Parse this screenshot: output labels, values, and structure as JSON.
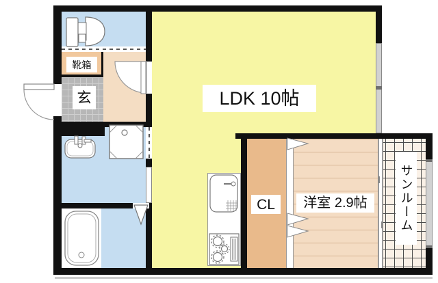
{
  "floor_plan": {
    "labels": {
      "ldk": "LDK 10帖",
      "western_room": "洋室 2.9帖",
      "closet": "CL",
      "sunroom": "サンルーム",
      "entrance": "玄",
      "shoe_box": "靴箱"
    },
    "colors": {
      "wall": "#111111",
      "ldk-yellow": "#f7f6a4",
      "wet-blue": "#c5ddf1",
      "hall-beige": "#f4ddc3",
      "shoebox-tan": "#f1c89d",
      "closet-tan": "#e9ba8b",
      "bedroom-tan": "#f4dcc3",
      "plank-line": "#d6b494",
      "sunroom-cream": "#faf1e7",
      "grid-line": "#4a4a4a",
      "genkan-gray": "#b7b7b7",
      "genkan-grid": "#cfcfcf",
      "window-fill": "#d2d2d2",
      "window-edge": "#8a8a8a",
      "fixture-stroke": "#777777"
    }
  }
}
